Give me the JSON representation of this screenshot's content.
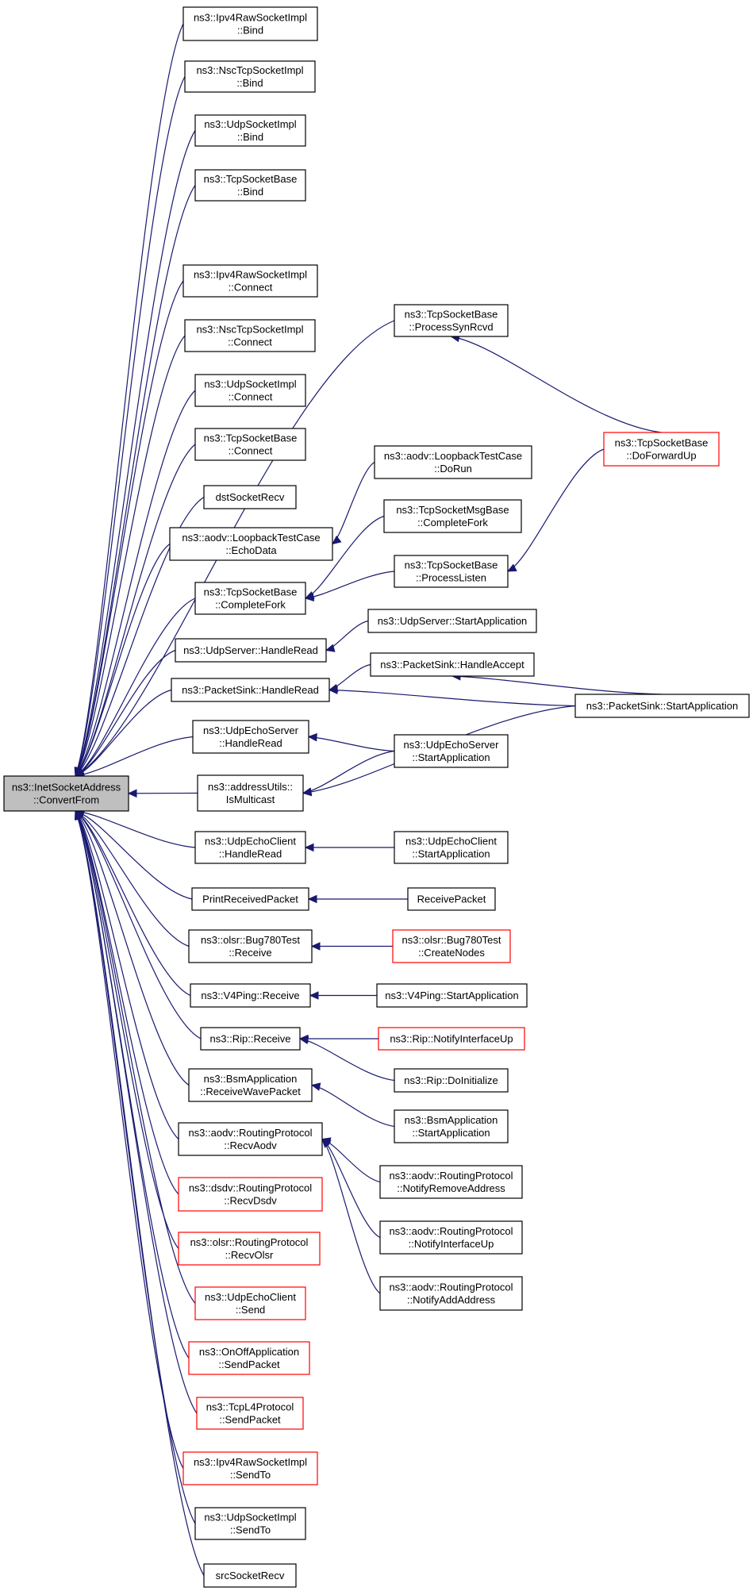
{
  "root": {
    "id": "root",
    "lines": [
      "ns3::InetSocketAddress",
      "::ConvertFrom"
    ]
  },
  "nodes": [
    {
      "id": "ipv4raw_bind",
      "lines": [
        "ns3::Ipv4RawSocketImpl",
        "::Bind"
      ]
    },
    {
      "id": "nsctcp_bind",
      "lines": [
        "ns3::NscTcpSocketImpl",
        "::Bind"
      ]
    },
    {
      "id": "udpsock_bind",
      "lines": [
        "ns3::UdpSocketImpl",
        "::Bind"
      ]
    },
    {
      "id": "tcpbase_bind",
      "lines": [
        "ns3::TcpSocketBase",
        "::Bind"
      ]
    },
    {
      "id": "ipv4raw_connect",
      "lines": [
        "ns3::Ipv4RawSocketImpl",
        "::Connect"
      ]
    },
    {
      "id": "nsctcp_connect",
      "lines": [
        "ns3::NscTcpSocketImpl",
        "::Connect"
      ]
    },
    {
      "id": "udpsock_connect",
      "lines": [
        "ns3::UdpSocketImpl",
        "::Connect"
      ]
    },
    {
      "id": "tcpbase_connect",
      "lines": [
        "ns3::TcpSocketBase",
        "::Connect"
      ]
    },
    {
      "id": "dst_recv",
      "lines": [
        "dstSocketRecv"
      ]
    },
    {
      "id": "aodv_echodata",
      "lines": [
        "ns3::aodv::LoopbackTestCase",
        "::EchoData"
      ]
    },
    {
      "id": "tcpbase_completefork",
      "lines": [
        "ns3::TcpSocketBase",
        "::CompleteFork"
      ]
    },
    {
      "id": "udpserver_handleread",
      "lines": [
        "ns3::UdpServer::HandleRead"
      ]
    },
    {
      "id": "packetsink_handleread",
      "lines": [
        "ns3::PacketSink::HandleRead"
      ]
    },
    {
      "id": "udpechoserver_handleread",
      "lines": [
        "ns3::UdpEchoServer",
        "::HandleRead"
      ]
    },
    {
      "id": "ismulticast",
      "lines": [
        "ns3::addressUtils::",
        "IsMulticast"
      ]
    },
    {
      "id": "udpechoclient_handleread",
      "lines": [
        "ns3::UdpEchoClient",
        "::HandleRead"
      ]
    },
    {
      "id": "printreceived",
      "lines": [
        "PrintReceivedPacket"
      ]
    },
    {
      "id": "olsr_bug_receive",
      "lines": [
        "ns3::olsr::Bug780Test",
        "::Receive"
      ]
    },
    {
      "id": "v4ping_receive",
      "lines": [
        "ns3::V4Ping::Receive"
      ]
    },
    {
      "id": "rip_receive",
      "lines": [
        "ns3::Rip::Receive"
      ]
    },
    {
      "id": "bsm_receive",
      "lines": [
        "ns3::BsmApplication",
        "::ReceiveWavePacket"
      ]
    },
    {
      "id": "aodv_recvaodv",
      "lines": [
        "ns3::aodv::RoutingProtocol",
        "::RecvAodv"
      ]
    },
    {
      "id": "dsdv_recv",
      "lines": [
        "ns3::dsdv::RoutingProtocol",
        "::RecvDsdv"
      ],
      "red": true
    },
    {
      "id": "olsr_recv",
      "lines": [
        "ns3::olsr::RoutingProtocol",
        "::RecvOlsr"
      ],
      "red": true
    },
    {
      "id": "udpechoclient_send",
      "lines": [
        "ns3::UdpEchoClient",
        "::Send"
      ],
      "red": true
    },
    {
      "id": "onoff_send",
      "lines": [
        "ns3::OnOffApplication",
        "::SendPacket"
      ],
      "red": true
    },
    {
      "id": "tcpl4_send",
      "lines": [
        "ns3::TcpL4Protocol",
        "::SendPacket"
      ],
      "red": true
    },
    {
      "id": "ipv4raw_sendto",
      "lines": [
        "ns3::Ipv4RawSocketImpl",
        "::SendTo"
      ],
      "red": true
    },
    {
      "id": "udpsock_sendto",
      "lines": [
        "ns3::UdpSocketImpl",
        "::SendTo"
      ]
    },
    {
      "id": "src_recv",
      "lines": [
        "srcSocketRecv"
      ]
    },
    {
      "id": "processsynrcvd",
      "lines": [
        "ns3::TcpSocketBase",
        "::ProcessSynRcvd"
      ]
    },
    {
      "id": "aodv_dorun",
      "lines": [
        "ns3::aodv::LoopbackTestCase",
        "::DoRun"
      ]
    },
    {
      "id": "tcpmsg_completefork",
      "lines": [
        "ns3::TcpSocketMsgBase",
        "::CompleteFork"
      ]
    },
    {
      "id": "processlisten",
      "lines": [
        "ns3::TcpSocketBase",
        "::ProcessListen"
      ]
    },
    {
      "id": "udpserver_start",
      "lines": [
        "ns3::UdpServer::StartApplication"
      ]
    },
    {
      "id": "packetsink_accept",
      "lines": [
        "ns3::PacketSink::HandleAccept"
      ]
    },
    {
      "id": "udpechoserver_start",
      "lines": [
        "ns3::UdpEchoServer",
        "::StartApplication"
      ]
    },
    {
      "id": "udpechoclient_start",
      "lines": [
        "ns3::UdpEchoClient",
        "::StartApplication"
      ]
    },
    {
      "id": "receivepacket",
      "lines": [
        "ReceivePacket"
      ]
    },
    {
      "id": "olsr_createnodes",
      "lines": [
        "ns3::olsr::Bug780Test",
        "::CreateNodes"
      ],
      "red": true
    },
    {
      "id": "v4ping_start",
      "lines": [
        "ns3::V4Ping::StartApplication"
      ]
    },
    {
      "id": "rip_ifup",
      "lines": [
        "ns3::Rip::NotifyInterfaceUp"
      ],
      "red": true
    },
    {
      "id": "rip_doinit",
      "lines": [
        "ns3::Rip::DoInitialize"
      ]
    },
    {
      "id": "bsm_start",
      "lines": [
        "ns3::BsmApplication",
        "::StartApplication"
      ]
    },
    {
      "id": "aodv_notifyremove",
      "lines": [
        "ns3::aodv::RoutingProtocol",
        "::NotifyRemoveAddress"
      ]
    },
    {
      "id": "aodv_notifyifup",
      "lines": [
        "ns3::aodv::RoutingProtocol",
        "::NotifyInterfaceUp"
      ]
    },
    {
      "id": "aodv_notifyadd",
      "lines": [
        "ns3::aodv::RoutingProtocol",
        "::NotifyAddAddress"
      ]
    },
    {
      "id": "tcpbase_doforwardup",
      "lines": [
        "ns3::TcpSocketBase",
        "::DoForwardUp"
      ],
      "red": true
    },
    {
      "id": "packetsink_start",
      "lines": [
        "ns3::PacketSink::StartApplication"
      ]
    }
  ],
  "edges": [
    [
      "ipv4raw_bind",
      "root"
    ],
    [
      "nsctcp_bind",
      "root"
    ],
    [
      "udpsock_bind",
      "root"
    ],
    [
      "tcpbase_bind",
      "root"
    ],
    [
      "processsynrcvd",
      "root"
    ],
    [
      "ipv4raw_connect",
      "root"
    ],
    [
      "nsctcp_connect",
      "root"
    ],
    [
      "udpsock_connect",
      "root"
    ],
    [
      "tcpbase_connect",
      "root"
    ],
    [
      "dst_recv",
      "root"
    ],
    [
      "aodv_echodata",
      "root"
    ],
    [
      "tcpbase_completefork",
      "root"
    ],
    [
      "udpserver_handleread",
      "root"
    ],
    [
      "packetsink_handleread",
      "root"
    ],
    [
      "udpechoserver_handleread",
      "root"
    ],
    [
      "ismulticast",
      "root"
    ],
    [
      "udpechoclient_handleread",
      "root"
    ],
    [
      "printreceived",
      "root"
    ],
    [
      "olsr_bug_receive",
      "root"
    ],
    [
      "v4ping_receive",
      "root"
    ],
    [
      "rip_receive",
      "root"
    ],
    [
      "bsm_receive",
      "root"
    ],
    [
      "aodv_recvaodv",
      "root"
    ],
    [
      "dsdv_recv",
      "root"
    ],
    [
      "olsr_recv",
      "root"
    ],
    [
      "udpechoclient_send",
      "root"
    ],
    [
      "onoff_send",
      "root"
    ],
    [
      "tcpl4_send",
      "root"
    ],
    [
      "ipv4raw_sendto",
      "root"
    ],
    [
      "udpsock_sendto",
      "root"
    ],
    [
      "src_recv",
      "root"
    ],
    [
      "tcpbase_doforwardup",
      "processsynrcvd"
    ],
    [
      "tcpbase_doforwardup",
      "processlisten"
    ],
    [
      "aodv_dorun",
      "aodv_echodata"
    ],
    [
      "tcpmsg_completefork",
      "tcpbase_completefork"
    ],
    [
      "processlisten",
      "tcpbase_completefork"
    ],
    [
      "udpserver_start",
      "udpserver_handleread"
    ],
    [
      "packetsink_accept",
      "packetsink_handleread"
    ],
    [
      "packetsink_start",
      "packetsink_handleread"
    ],
    [
      "packetsink_start",
      "packetsink_accept"
    ],
    [
      "udpechoserver_start",
      "udpechoserver_handleread"
    ],
    [
      "udpechoserver_start",
      "ismulticast"
    ],
    [
      "packetsink_start",
      "ismulticast"
    ],
    [
      "udpechoclient_start",
      "udpechoclient_handleread"
    ],
    [
      "receivepacket",
      "printreceived"
    ],
    [
      "olsr_createnodes",
      "olsr_bug_receive"
    ],
    [
      "v4ping_start",
      "v4ping_receive"
    ],
    [
      "rip_ifup",
      "rip_receive"
    ],
    [
      "rip_doinit",
      "rip_receive"
    ],
    [
      "bsm_start",
      "bsm_receive"
    ],
    [
      "aodv_notifyremove",
      "aodv_recvaodv"
    ],
    [
      "aodv_notifyifup",
      "aodv_recvaodv"
    ],
    [
      "aodv_notifyadd",
      "aodv_recvaodv"
    ]
  ]
}
